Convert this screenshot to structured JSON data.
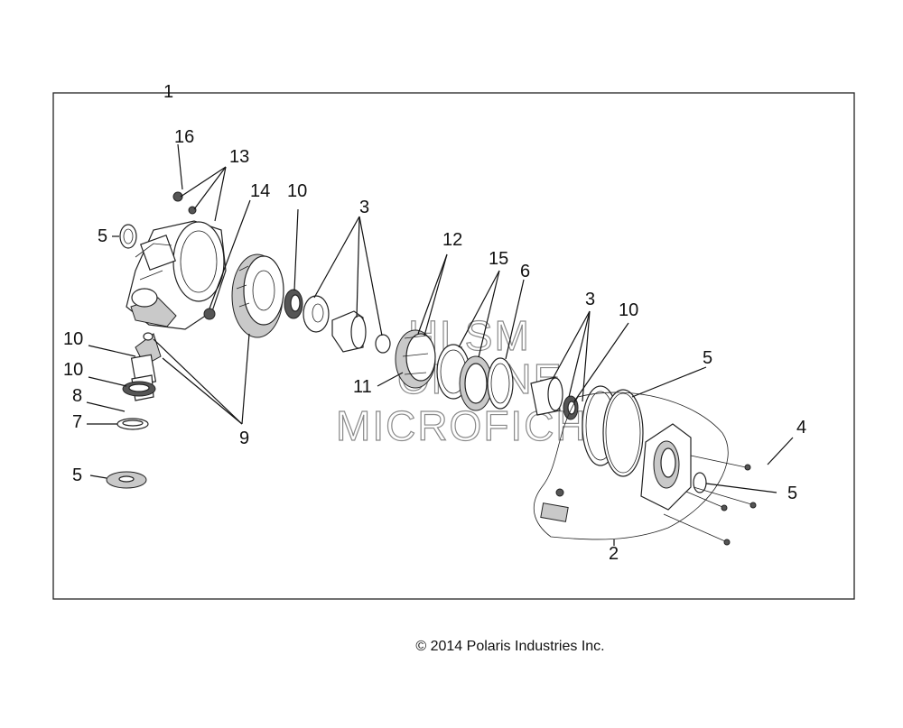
{
  "diagram": {
    "callouts": {
      "c1": "1",
      "c16": "16",
      "c13": "13",
      "c14": "14",
      "c10a": "10",
      "c3a": "3",
      "c12": "12",
      "c15": "15",
      "c6": "6",
      "c3b": "3",
      "c10b": "10",
      "c5a": "5",
      "c10c": "10",
      "c10d": "10",
      "c8": "8",
      "c7": "7",
      "c5b": "5",
      "c9": "9",
      "c11": "11",
      "c5c": "5",
      "c4": "4",
      "c5d": "5",
      "c2": "2"
    },
    "watermark": [
      "HLSM",
      "ONLINE",
      "MICROFICHE"
    ]
  },
  "footer": {
    "copyright": "© 2014 Polaris Industries Inc."
  }
}
